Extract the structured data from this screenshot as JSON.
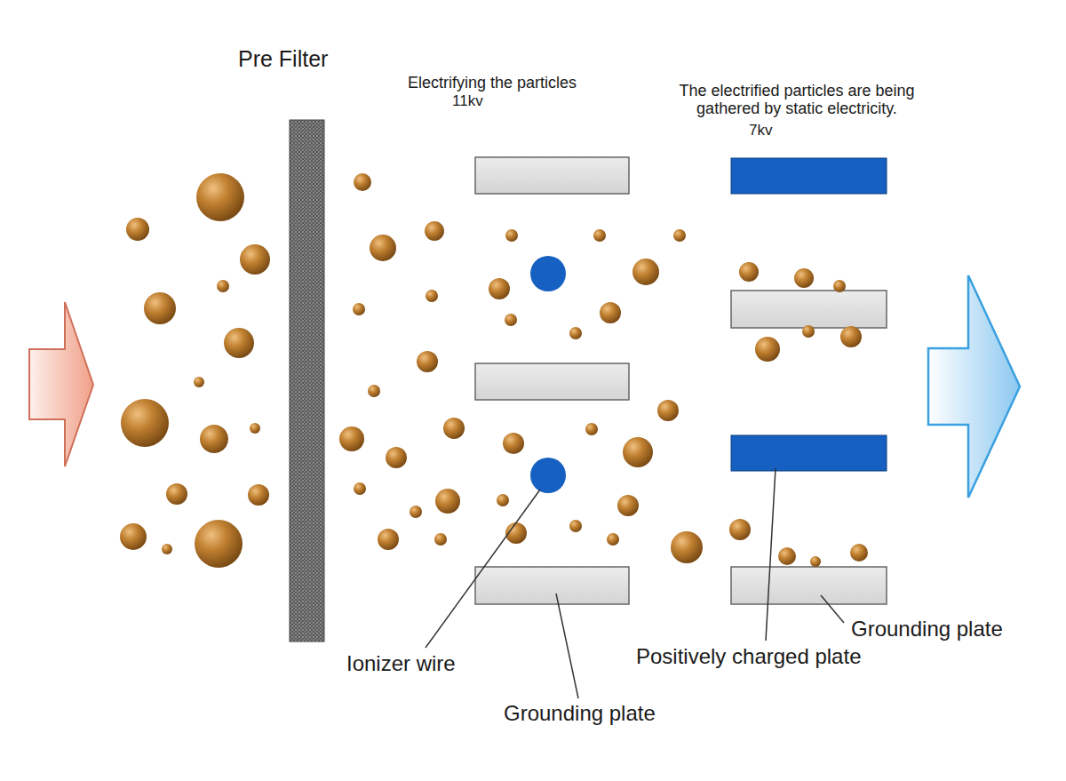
{
  "diagram": {
    "labels": [
      "Pre Filter",
      "Electrifying the particles",
      "11kv",
      "The electrified particles are being gathered by static electricity.",
      "7kv",
      "Ionizer wire",
      "Positively charged plate",
      "Grounding plate",
      "Grounding plate"
    ]
  }
}
